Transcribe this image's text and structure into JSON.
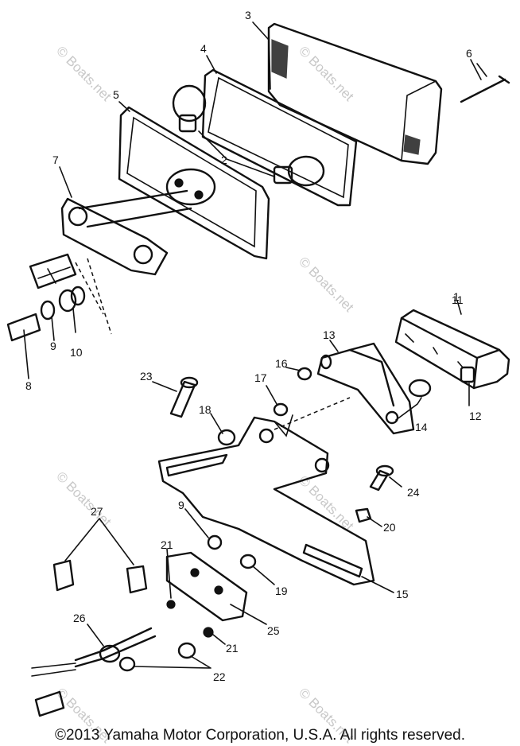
{
  "watermark": "© Boats.net",
  "copyright": "©2013 Yamaha Motor Corporation, U.S.A. All rights reserved.",
  "callouts": [
    "1",
    "2",
    "3",
    "4",
    "5",
    "6",
    "7",
    "8",
    "9",
    "10",
    "11",
    "12",
    "13",
    "14",
    "15",
    "16",
    "17",
    "18",
    "19",
    "20",
    "21",
    "22",
    "23",
    "24",
    "25",
    "26",
    "27"
  ],
  "callout_labels": {
    "c1": "1",
    "c2": "2",
    "c3": "3",
    "c4": "4",
    "c5": "5",
    "c6": "6",
    "c7": "7",
    "c8": "8",
    "c9a": "9",
    "c9b": "9",
    "c10": "10",
    "c11": "11",
    "c12": "12",
    "c13": "13",
    "c14": "14",
    "c15": "15",
    "c16": "16",
    "c17": "17",
    "c18": "18",
    "c19": "19",
    "c20": "20",
    "c21a": "21",
    "c21b": "21",
    "c22": "22",
    "c23": "23",
    "c24": "24",
    "c25": "25",
    "c26": "26",
    "c27": "27"
  }
}
